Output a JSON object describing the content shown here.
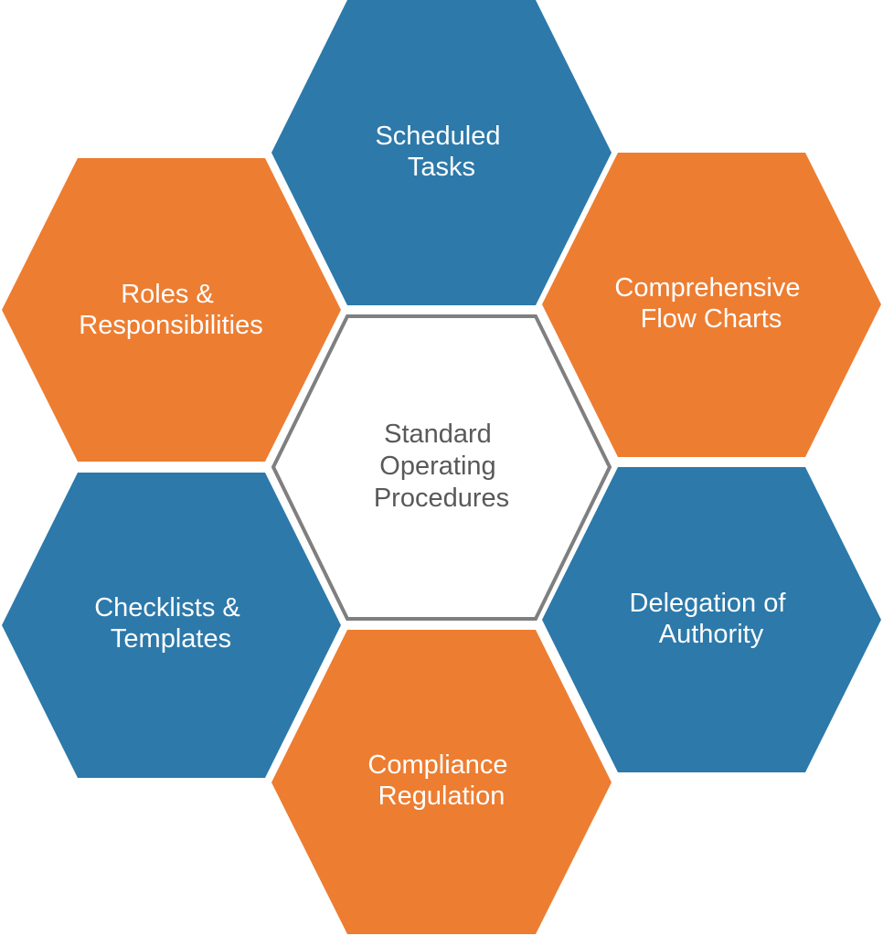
{
  "colors": {
    "blue": "#2c79aa",
    "orange": "#ed7d31",
    "center_fill": "#ffffff",
    "center_border": "#7f7f7f",
    "light_text": "#ffffff",
    "dark_text": "#595959"
  },
  "center": {
    "lines": [
      "Standard",
      "Operating",
      "Procedures"
    ]
  },
  "hexagons": [
    {
      "id": "scheduled-tasks",
      "color": "blue",
      "lines": [
        "Scheduled",
        "Tasks"
      ]
    },
    {
      "id": "comprehensive-flow-charts",
      "color": "orange",
      "lines": [
        "Comprehensive",
        "Flow Charts"
      ]
    },
    {
      "id": "delegation-of-authority",
      "color": "blue",
      "lines": [
        "Delegation of",
        "Authority"
      ]
    },
    {
      "id": "compliance-regulation",
      "color": "orange",
      "lines": [
        "Compliance",
        "Regulation"
      ]
    },
    {
      "id": "checklists-templates",
      "color": "blue",
      "lines": [
        "Checklists &",
        "Templates"
      ]
    },
    {
      "id": "roles-responsibilities",
      "color": "orange",
      "lines": [
        "Roles &",
        "Responsibilities"
      ]
    }
  ]
}
